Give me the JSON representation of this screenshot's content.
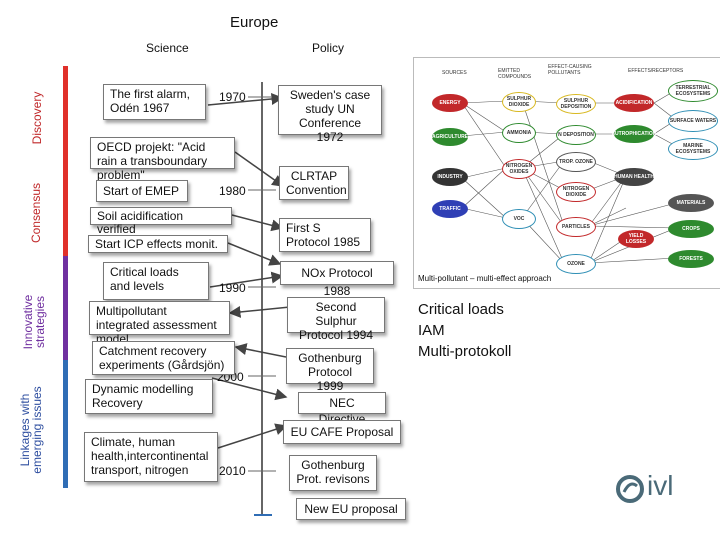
{
  "title": "Europe",
  "columns": {
    "science": "Science",
    "policy": "Policy"
  },
  "phases": {
    "discovery": "Discovery",
    "consensus": "Consensus",
    "innovative_line1": "Innovative",
    "innovative_line2": "strategies",
    "linkages_line1": "Linkages with",
    "linkages_line2": "emerging issues"
  },
  "years": [
    "1970",
    "1980",
    "1990",
    "2000",
    "2010"
  ],
  "science_boxes": [
    "The first alarm, Odén 1967",
    "OECD projekt: \"Acid rain a transboundary problem\"",
    "Start of EMEP",
    "Soil acidification verified",
    "Start ICP effects monit.",
    "Critical loads and levels",
    "Multipollutant integrated assessment model",
    "Catchment recovery experiments (Gårdsjön)",
    "Dynamic modelling Recovery",
    "Climate, human health,intercontinental transport, nitrogen"
  ],
  "policy_boxes": [
    "Sweden's case study UN Conference 1972",
    "CLRTAP Convention",
    "First S Protocol 1985",
    "NOx Protocol 1988",
    "Second Sulphur Protocol 1994",
    "Gothenburg Protocol 1999",
    "NEC Directive",
    "EU CAFE Proposal",
    "Gothenburg Prot. revisons",
    "New EU proposal"
  ],
  "side_text": [
    "Critical loads",
    "IAM",
    "Multi-protokoll"
  ],
  "inset": {
    "headers": [
      "SOURCES",
      "EMITTED COMPOUNDS",
      "EFFECT-CAUSING POLLUTANTS",
      "EFFECTS/RECEPTORS"
    ],
    "nodes": [
      "ENERGY",
      "AGRICULTURE",
      "INDUSTRY",
      "TRAFFIC",
      "SULPHUR DIOXIDE",
      "AMMONIA",
      "NITROGEN OXIDES",
      "VOC",
      "SULPHUR DEPOSITION",
      "N DEPOSITION",
      "TROP. OZONE",
      "NITROGEN DIOXIDE",
      "PARTICLES",
      "OZONE",
      "ACIDIFICATION",
      "EUTROPHICATION",
      "TERRESTRIAL ECOSYSTEMS",
      "SURFACE WATERS",
      "MARINE ECOSYSTEMS",
      "HUMAN HEALTH",
      "MATERIALS",
      "CROPS",
      "YIELD LOSSES",
      "FORESTS"
    ],
    "caption": "Multi-pollutant – multi-effect approach"
  },
  "logo_text": "ivl",
  "colors": {
    "bar_top": "#e0302a",
    "bar_mid": "#7030a0",
    "bar_bottom": "#2f6db5",
    "logo": "#4a6a78"
  }
}
